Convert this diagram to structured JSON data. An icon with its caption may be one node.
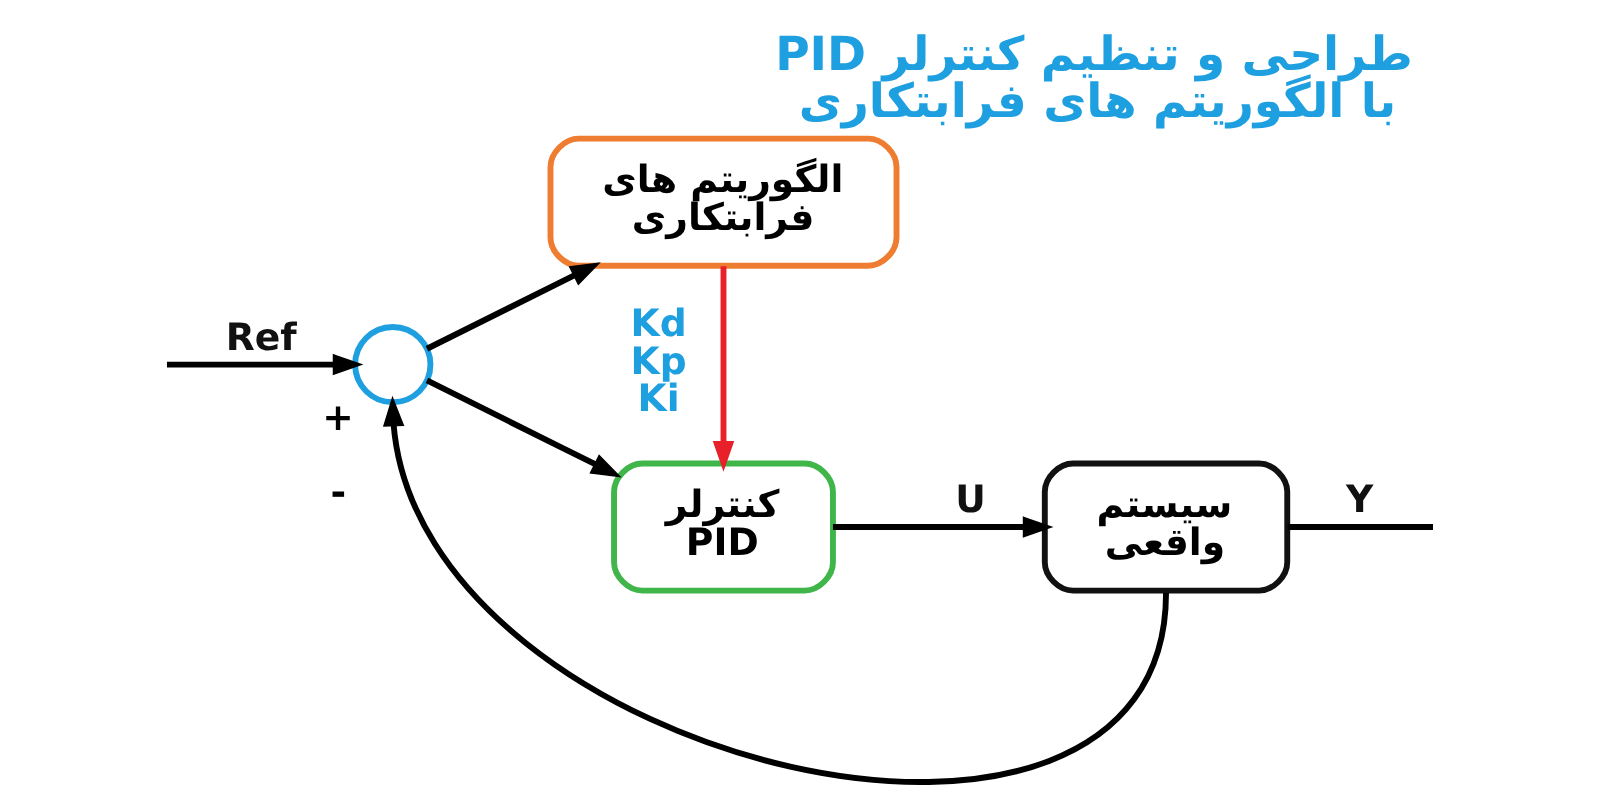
{
  "diagram": {
    "title": "طراحی و تنظیم کنترلر PID با الگوریتم های فرابتکاری",
    "nodes": [
      {
        "text": [],
        "shape": "circle",
        "beside": [
          "+",
          "-"
        ]
      },
      {
        "text": [
          "الگوریتم های فرابتکاری"
        ]
      },
      {
        "text": [
          "کنترلر PID"
        ]
      },
      {
        "text": [
          "سیستم واقعی"
        ]
      }
    ],
    "edges": [
      {
        "from": null,
        "to": 0,
        "arrow": "to",
        "label": "Ref"
      },
      {
        "from": 0,
        "to": 1,
        "arrow": "to"
      },
      {
        "from": 0,
        "to": 2,
        "arrow": "to"
      },
      {
        "from": 1,
        "to": 2,
        "arrow": "to",
        "label": "Kd Kp Ki",
        "color": "#e8202a"
      },
      {
        "from": 2,
        "to": 3,
        "arrow": "to",
        "label": "U"
      },
      {
        "from": 3,
        "to": 0,
        "arrow": "to"
      },
      {
        "from": 3,
        "to": null,
        "arrow": "none",
        "label": "Y"
      }
    ]
  }
}
